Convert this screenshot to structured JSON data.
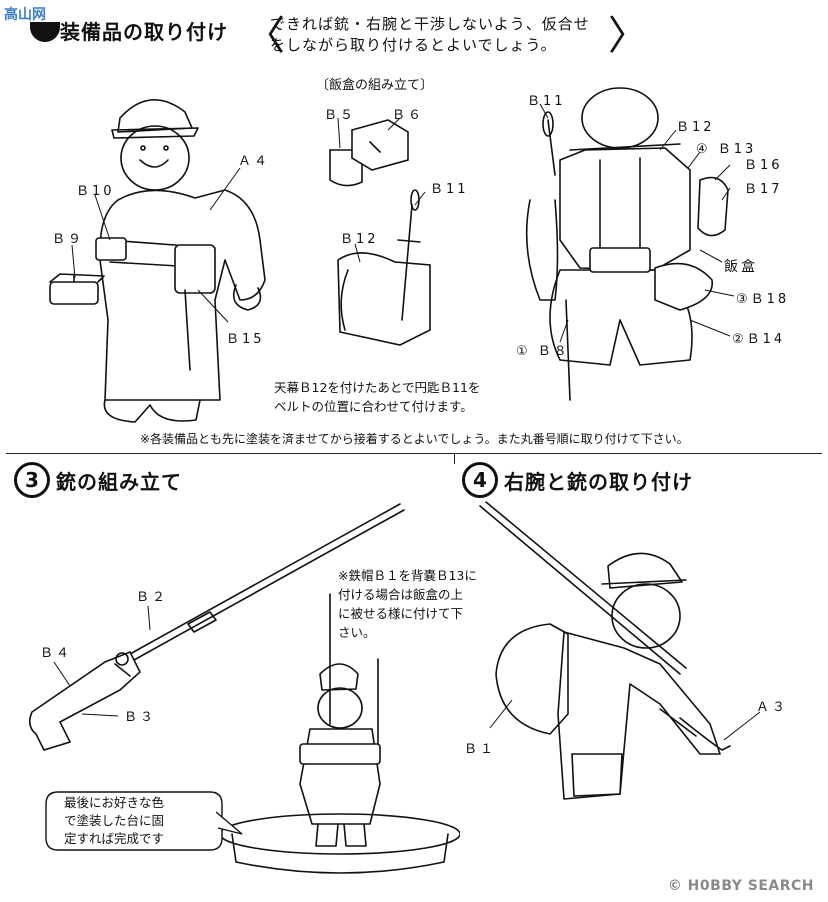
{
  "watermark_top": "高山网",
  "section2": {
    "title": "装備品の取り付け",
    "note_line1": "できれば銃・右腕と干渉しないよう、仮合せ",
    "note_line2": "をしながら取り付けるとよいでしょう。",
    "sub_title": "〔飯盒の組み立て〕",
    "tent_note_line1": "天幕Ｂ12を付けたあとで円匙Ｂ11を",
    "tent_note_line2": "ベルトの位置に合わせて付けます。",
    "footnote": "※各装備品とも先に塗装を済ませてから接着するとよいでしょう。また丸番号順に取り付けて下さい。",
    "labels": {
      "a4": "Ａ４",
      "b10": "Ｂ10",
      "b9": "Ｂ９",
      "b15": "Ｂ15",
      "b5": "Ｂ５",
      "b6": "Ｂ６",
      "b11a": "Ｂ11",
      "b12a": "Ｂ12",
      "b11b": "Ｂ11",
      "b12b": "Ｂ12",
      "b13": "④ Ｂ13",
      "b16": "Ｂ16",
      "b17": "Ｂ17",
      "hango": "飯盒",
      "b18": "③Ｂ18",
      "b14": "②Ｂ14",
      "b8": "① Ｂ８"
    }
  },
  "section3": {
    "num": "3",
    "title": "銃の組み立て",
    "labels": {
      "b2": "Ｂ２",
      "b4": "Ｂ４",
      "b3": "Ｂ３"
    },
    "helmet_note_line1": "※鉄帽Ｂ１を背嚢Ｂ13に",
    "helmet_note_line2": "付ける場合は飯盒の上",
    "helmet_note_line3": "に被せる様に付けて下",
    "helmet_note_line4": "さい。",
    "bubble_line1": "最後にお好きな色",
    "bubble_line2": "で塗装した台に固",
    "bubble_line3": "定すれば完成です"
  },
  "section4": {
    "num": "4",
    "title": "右腕と銃の取り付け",
    "labels": {
      "a3": "Ａ３",
      "b1": "Ｂ１"
    }
  },
  "watermark": "© H0BBY SEARCH"
}
